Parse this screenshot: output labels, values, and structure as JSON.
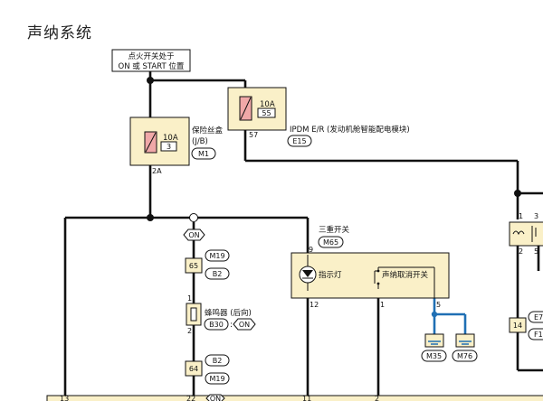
{
  "title": "声纳系统",
  "ignition": {
    "line1": "点火开关处于",
    "line2": "ON 或 START 位置"
  },
  "fuse_jb": {
    "amp": "10A",
    "num": "3",
    "name": "保险丝盒",
    "sub": "(J/B)",
    "connector": "M1",
    "pin": "2A"
  },
  "ipdm": {
    "amp": "10A",
    "num": "55",
    "name": "IPDM E/R (发动机舱智能配电模块)",
    "connector": "E15",
    "pin": "57"
  },
  "buzzer": {
    "on_tag": "ON",
    "conn_top": "M19",
    "pin_top": "65",
    "conn_top2": "B2",
    "pin1": "1",
    "pin2": "2",
    "name": "蜂鸣器 (后向)",
    "connector": "B30",
    "colon": ":",
    "on": "ON",
    "conn_bot": "B2",
    "pin_bot": "64",
    "conn_bot2": "M19",
    "pin_bot_end": "22",
    "on_bottom": "ON"
  },
  "triple_switch": {
    "name": "三重开关",
    "connector": "M65",
    "pin9": "9",
    "pin12": "12",
    "pin1": "1",
    "pin5": "5",
    "indicator": "指示灯",
    "cancel": "声纳取消开关"
  },
  "grounds": [
    "M35",
    "M76"
  ],
  "relay": {
    "p1": "1",
    "p3": "3",
    "p2": "2",
    "p5": "5",
    "pin14": "14",
    "conn_a": "E7",
    "conn_b": "F1"
  },
  "bottom_pins": {
    "p13": "13",
    "p11": "11",
    "p2": "2"
  }
}
